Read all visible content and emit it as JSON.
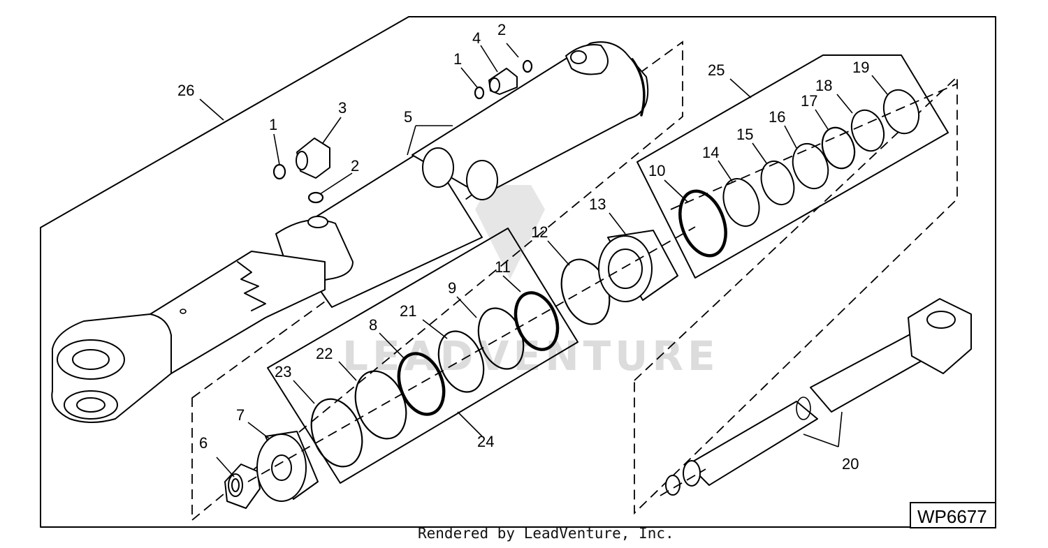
{
  "diagram": {
    "figure_code": "WP6677",
    "credit": "Rendered by LeadVenture, Inc.",
    "watermark": "LEADVENTURE",
    "callouts": {
      "c1a": "1",
      "c1b": "1",
      "c2a": "2",
      "c2b": "2",
      "c3": "3",
      "c4": "4",
      "c5": "5",
      "c6": "6",
      "c7": "7",
      "c8": "8",
      "c9": "9",
      "c10": "10",
      "c11": "11",
      "c12": "12",
      "c13": "13",
      "c14": "14",
      "c15": "15",
      "c16": "16",
      "c17": "17",
      "c18": "18",
      "c19": "19",
      "c20": "20",
      "c21": "21",
      "c22": "22",
      "c23": "23",
      "c24": "24",
      "c25": "25",
      "c26": "26"
    }
  }
}
